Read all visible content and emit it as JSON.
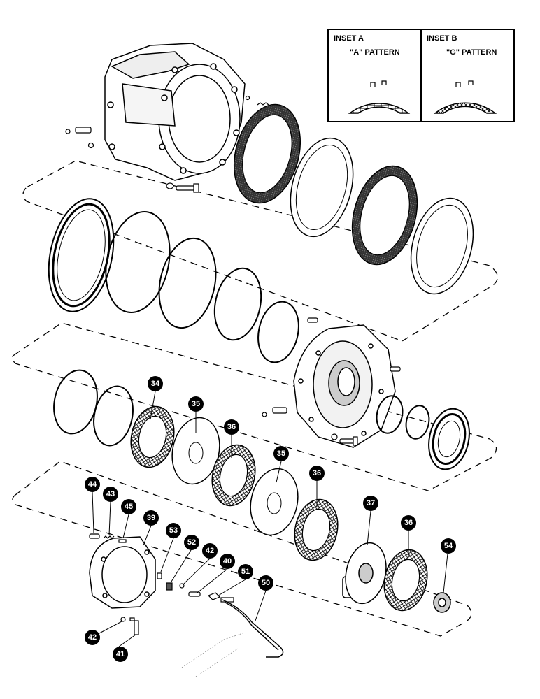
{
  "insets": {
    "a": {
      "title": "INSET A",
      "pattern": "\"A\" PATTERN"
    },
    "b": {
      "title": "INSET B",
      "pattern": "\"G\" PATTERN"
    }
  },
  "callouts": {
    "c34": "34",
    "c35a": "35",
    "c35b": "35",
    "c36a": "36",
    "c36b": "36",
    "c36c": "36",
    "c37": "37",
    "c39": "39",
    "c40": "40",
    "c41": "41",
    "c42a": "42",
    "c42b": "42",
    "c43": "43",
    "c44": "44",
    "c45": "45",
    "c50": "50",
    "c51": "51",
    "c52": "52",
    "c53": "53",
    "c54": "54"
  }
}
